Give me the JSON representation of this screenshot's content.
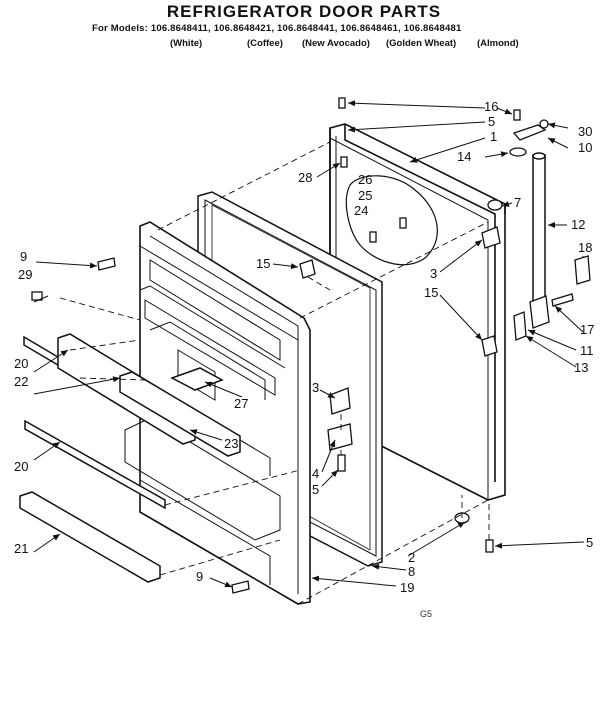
{
  "title": "REFRIGERATOR DOOR PARTS",
  "models_line": "For Models: 106.8648411, 106.8648421, 106.8648441, 106.8648461, 106.8648481",
  "colors": [
    "(White)",
    "(Coffee)",
    "(New Avocado)",
    "(Golden Wheat)",
    "(Almond)"
  ],
  "labels": {
    "l16": "16",
    "l5a": "5",
    "l30": "30",
    "l1": "1",
    "l10": "10",
    "l14": "14",
    "l28": "28",
    "l26": "26",
    "l25": "25",
    "l24": "24",
    "l7": "7",
    "l12": "12",
    "l9a": "9",
    "l29": "29",
    "l15a": "15",
    "l3a": "3",
    "l18": "18",
    "l15b": "15",
    "l17": "17",
    "l11": "11",
    "l13": "13",
    "l20a": "20",
    "l22": "22",
    "l3b": "3",
    "l27": "27",
    "l23": "23",
    "l20b": "20",
    "l4": "4",
    "l5b": "5",
    "l21": "21",
    "l2": "2",
    "l5c": "5",
    "l8": "8",
    "l9b": "9",
    "l19": "19"
  },
  "figure_code": "G5"
}
